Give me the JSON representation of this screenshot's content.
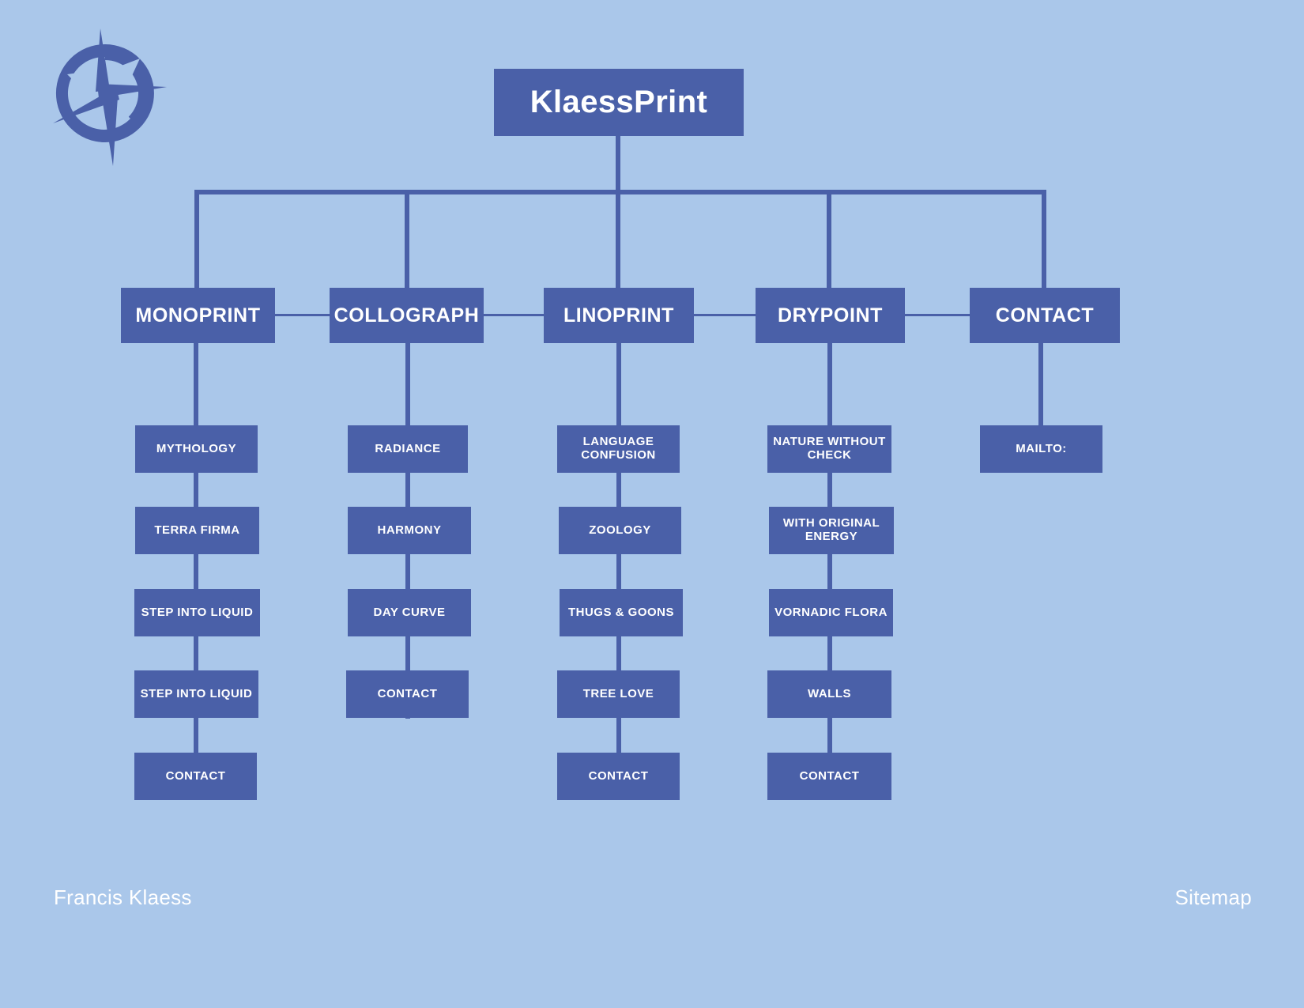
{
  "meta": {
    "background_color": "#aac7ea",
    "node_color": "#4a60a8",
    "text_color": "#ffffff"
  },
  "logo": {
    "name": "compass-c-logo"
  },
  "root": {
    "label": "KlaessPrint"
  },
  "sections": [
    {
      "id": "monoprint",
      "label": "MONOPRINT",
      "children": [
        {
          "label": "MYTHOLOGY"
        },
        {
          "label": "TERRA FIRMA"
        },
        {
          "label": "STEP INTO LIQUID"
        },
        {
          "label": "STEP INTO LIQUID"
        },
        {
          "label": "CONTACT"
        }
      ]
    },
    {
      "id": "collograph",
      "label": "COLLOGRAPH",
      "children": [
        {
          "label": "RADIANCE"
        },
        {
          "label": "HARMONY"
        },
        {
          "label": "DAY CURVE"
        },
        {
          "label": "CONTACT"
        }
      ]
    },
    {
      "id": "linoprint",
      "label": "LINOPRINT",
      "children": [
        {
          "label": "LANGUAGE\nCONFUSION"
        },
        {
          "label": "ZOOLOGY"
        },
        {
          "label": "THUGS & GOONS"
        },
        {
          "label": "TREE LOVE"
        },
        {
          "label": "CONTACT"
        }
      ]
    },
    {
      "id": "drypoint",
      "label": "DRYPOINT",
      "children": [
        {
          "label": "NATURE WITHOUT\nCHECK"
        },
        {
          "label": "WITH ORIGINAL\nENERGY"
        },
        {
          "label": "VORNADIC FLORA"
        },
        {
          "label": "WALLS"
        },
        {
          "label": "CONTACT"
        }
      ]
    },
    {
      "id": "contact",
      "label": "CONTACT",
      "children": [
        {
          "label": "MAILTO:"
        }
      ]
    }
  ],
  "footer": {
    "left": "Francis Klaess",
    "right": "Sitemap"
  }
}
